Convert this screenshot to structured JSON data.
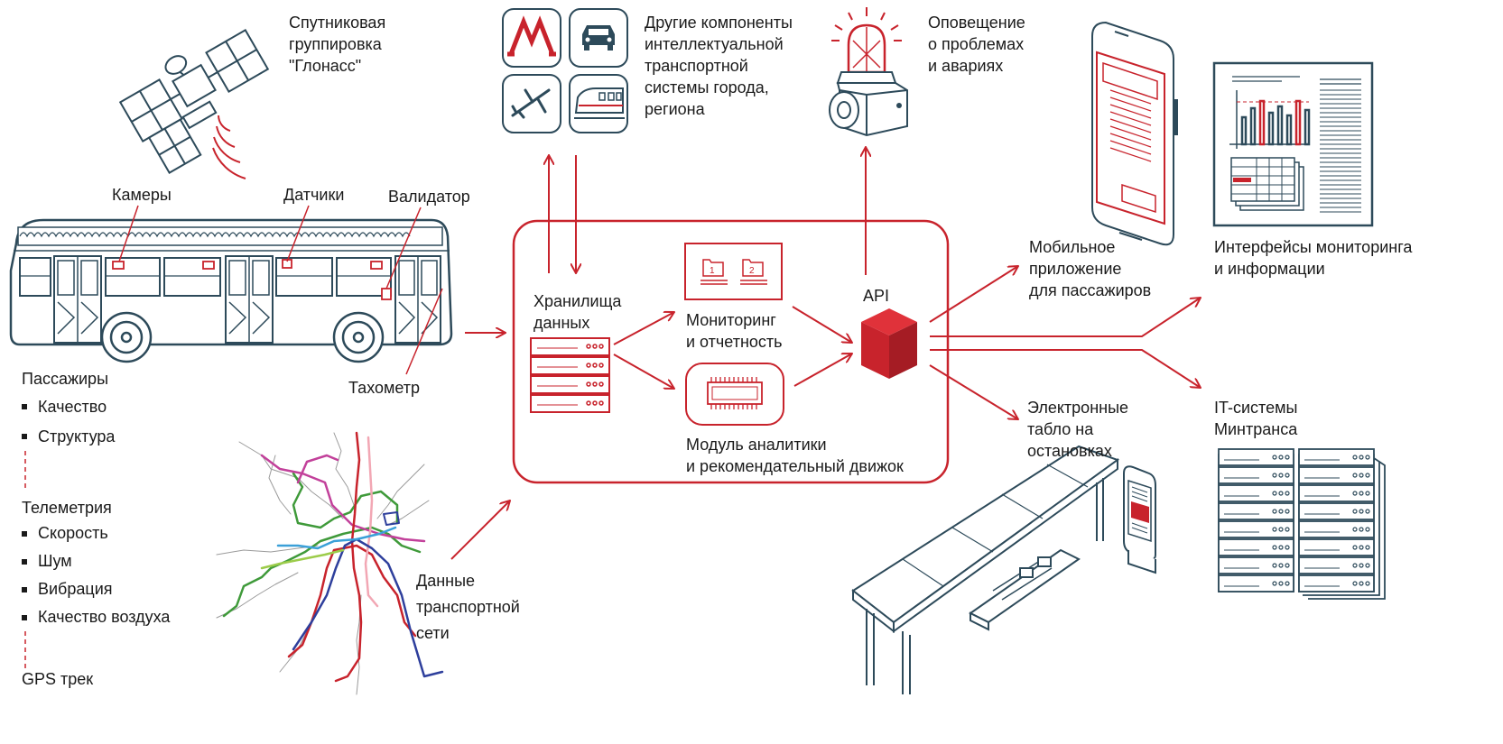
{
  "labels": {
    "satellite": "Спутниковая\nгруппировка\n\"Глонасс\"",
    "other_components": "Другие компоненты\nинтеллектуальной\nтранспортной\nсистемы города,\nрегиона",
    "alerts": "Оповещение\nо проблемах\nи авариях",
    "cameras": "Камеры",
    "sensors": "Датчики",
    "validator": "Валидатор",
    "tachometer": "Тахометр",
    "storage": "Хранилища\nданных",
    "monitoring": "Мониторинг\nи отчетность",
    "analytics": "Модуль аналитики\nи рекомендательный движок",
    "api": "API",
    "mobile_app": "Мобильное\nприложение\nдля пассажиров",
    "monitoring_interfaces": "Интерфейсы мониторинга\nи информации",
    "e_boards": "Электронные\nтабло на\nостановках",
    "it_systems": "IT-системы\nМинтранса",
    "network_data": "Данные\nтранспортной\nсети",
    "passengers_title": "Пассажиры",
    "telemetry_title": "Телеметрия",
    "gps": "GPS трек"
  },
  "passengers_items": [
    "Качество",
    "Структура"
  ],
  "telemetry_items": [
    "Скорость",
    "Шум",
    "Вибрация",
    "Качество воздуха"
  ],
  "folder_numbers": [
    "1",
    "2"
  ],
  "colors": {
    "accent_red": "#c8232c",
    "dark_teal": "#2d4a5a",
    "metro_red": "#c8232c",
    "line_green": "#3f9a3a",
    "line_blue": "#2e3f9c",
    "line_pink": "#c2409a",
    "line_cyan": "#3aa0d8",
    "line_gray": "#9a9a9a"
  }
}
